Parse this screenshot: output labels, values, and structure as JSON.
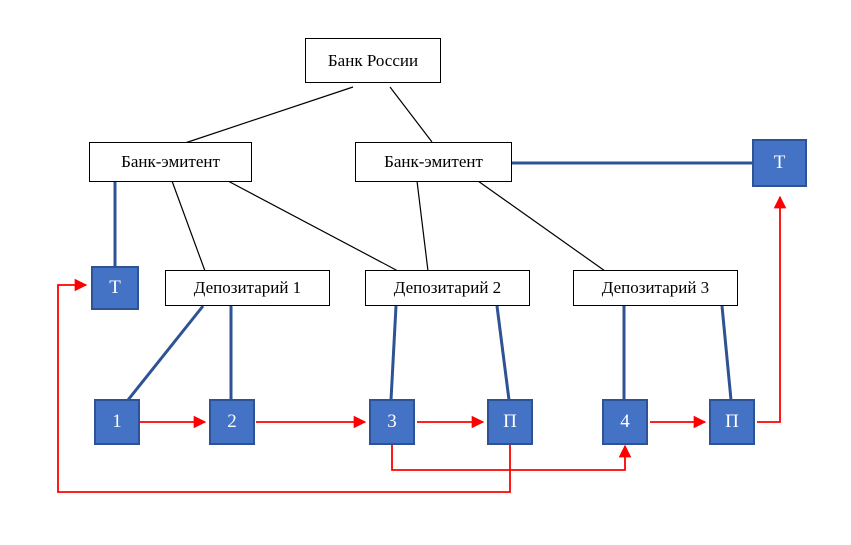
{
  "diagram": {
    "title_nodes": {
      "central_bank": "Банк России",
      "issuer_bank_1": "Банк-эмитент",
      "issuer_bank_2": "Банк-эмитент",
      "depository_1": "Депозитарий 1",
      "depository_2": "Депозитарий 2",
      "depository_3": "Депозитарий 3"
    },
    "squares": {
      "t_left": "Т",
      "t_right": "Т",
      "node_1": "1",
      "node_2": "2",
      "node_3": "3",
      "p_left": "П",
      "node_4": "4",
      "p_right": "П"
    },
    "colors": {
      "square_fill": "#4472C4",
      "square_border": "#2E5395",
      "flow_arrow": "#FF0000",
      "hierarchy_line": "#000000",
      "ownership_line": "#2E5395",
      "background": "#FFFFFF",
      "square_text": "#FFFFFF",
      "box_text": "#000000"
    }
  }
}
